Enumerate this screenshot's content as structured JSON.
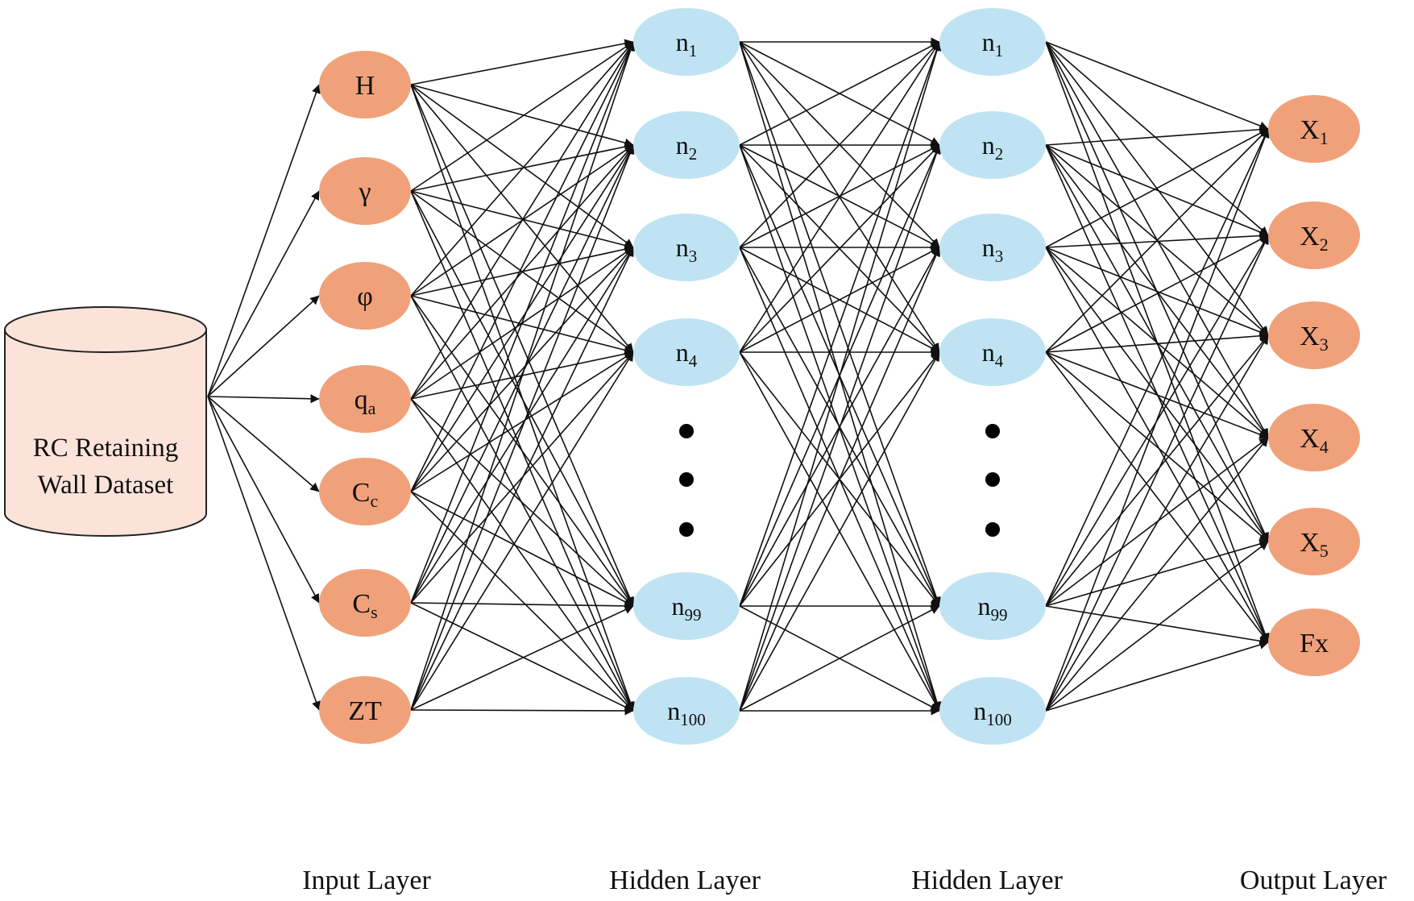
{
  "dataset": {
    "line1": "RC Retaining",
    "line2": "Wall Dataset"
  },
  "layers": {
    "input": {
      "label": "Input Layer",
      "nodes": [
        {
          "main": "H",
          "sub": ""
        },
        {
          "main": "γ",
          "sub": ""
        },
        {
          "main": "φ",
          "sub": ""
        },
        {
          "main": "q",
          "sub": "a"
        },
        {
          "main": "C",
          "sub": "c"
        },
        {
          "main": "C",
          "sub": "s"
        },
        {
          "main": "ZT",
          "sub": ""
        }
      ]
    },
    "hidden1": {
      "label": "Hidden Layer",
      "nodes": [
        {
          "main": "n",
          "sub": "1"
        },
        {
          "main": "n",
          "sub": "2"
        },
        {
          "main": "n",
          "sub": "3"
        },
        {
          "main": "n",
          "sub": "4"
        },
        {
          "main": "n",
          "sub": "99"
        },
        {
          "main": "n",
          "sub": "100"
        }
      ]
    },
    "hidden2": {
      "label": "Hidden Layer",
      "nodes": [
        {
          "main": "n",
          "sub": "1"
        },
        {
          "main": "n",
          "sub": "2"
        },
        {
          "main": "n",
          "sub": "3"
        },
        {
          "main": "n",
          "sub": "4"
        },
        {
          "main": "n",
          "sub": "99"
        },
        {
          "main": "n",
          "sub": "100"
        }
      ]
    },
    "output": {
      "label": "Output Layer",
      "nodes": [
        {
          "main": "X",
          "sub": "1"
        },
        {
          "main": "X",
          "sub": "2"
        },
        {
          "main": "X",
          "sub": "3"
        },
        {
          "main": "X",
          "sub": "4"
        },
        {
          "main": "X",
          "sub": "5"
        },
        {
          "main": "Fx",
          "sub": ""
        }
      ]
    }
  },
  "colors": {
    "input_node": "#f0a17a",
    "hidden_node": "#bfe3f3",
    "output_node": "#f0a17a",
    "dataset_fill": "#fbe3da",
    "edge": "#111111"
  }
}
